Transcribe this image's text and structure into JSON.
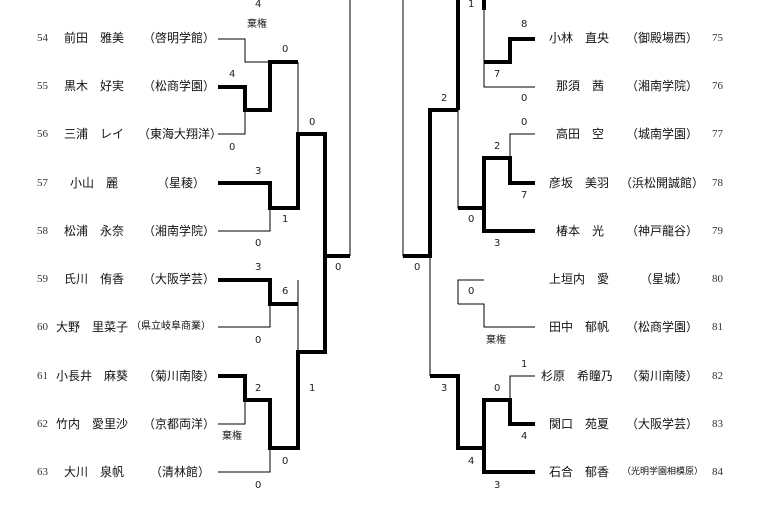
{
  "left": [
    {
      "num": "54",
      "name": "前田　雅美",
      "school": "（啓明学館）"
    },
    {
      "num": "55",
      "name": "黒木　好実",
      "school": "（松商学園）"
    },
    {
      "num": "56",
      "name": "三浦　レイ",
      "school": "（東海大翔洋）"
    },
    {
      "num": "57",
      "name": "小山　麗",
      "school": "（星稜）"
    },
    {
      "num": "58",
      "name": "松浦　永奈",
      "school": "（湘南学院）"
    },
    {
      "num": "59",
      "name": "氏川　侑香",
      "school": "（大阪学芸）"
    },
    {
      "num": "60",
      "name": "大野　里菜子",
      "school": "（県立岐阜商業）"
    },
    {
      "num": "61",
      "name": "小長井　麻葵",
      "school": "（菊川南陵）"
    },
    {
      "num": "62",
      "name": "竹内　愛里沙",
      "school": "（京都両洋）"
    },
    {
      "num": "63",
      "name": "大川　泉帆",
      "school": "（清林館）"
    }
  ],
  "right": [
    {
      "num": "75",
      "name": "小林　直央",
      "school": "（御殿場西）"
    },
    {
      "num": "76",
      "name": "那須　茜",
      "school": "（湘南学院）"
    },
    {
      "num": "77",
      "name": "高田　空",
      "school": "（城南学園）"
    },
    {
      "num": "78",
      "name": "彦坂　美羽",
      "school": "（浜松開誠館）"
    },
    {
      "num": "79",
      "name": "椿本　光",
      "school": "（神戸龍谷）"
    },
    {
      "num": "80",
      "name": "上垣内　愛",
      "school": "（星城）"
    },
    {
      "num": "81",
      "name": "田中　郁帆",
      "school": "（松商学園）"
    },
    {
      "num": "82",
      "name": "杉原　希瞳乃",
      "school": "（菊川南陵）"
    },
    {
      "num": "83",
      "name": "関口　苑夏",
      "school": "（大阪学芸）"
    },
    {
      "num": "84",
      "name": "石合　郁香",
      "school": "（光明学園相模原）"
    }
  ],
  "scores": {
    "top_left": "4",
    "m54_55_top": "棄権",
    "m54_55_win": "0",
    "m54_55_l55": "4",
    "m54_55_l56": "0",
    "r_54_56": "0",
    "m57_58_top": "3",
    "m57_58_bot": "1",
    "m57_58_l58": "0",
    "m59_60_top": "3",
    "m59_60_win": "6",
    "m59_60_l60": "0",
    "m61_62_win": "2",
    "m61_62_bye": "棄権",
    "m61_62_low": "0",
    "m63_low": "0",
    "left_semi": "1",
    "left_final": "0",
    "right_final": "0",
    "r75_76_top": "8",
    "r75_76_mid": "7",
    "r75_76_low": "0",
    "r_top1": "1",
    "r_upper2": "2",
    "r77_top": "0",
    "r77_78_win": "2",
    "r78_low": "7",
    "r79_mid": "0",
    "r79_low": "3",
    "r80_top": "0",
    "r81_bye": "棄権",
    "r_lower3": "3",
    "r82_top": "1",
    "r82_83_win": "0",
    "r83_low": "4",
    "r84_top": "4",
    "r84_low": "3"
  }
}
